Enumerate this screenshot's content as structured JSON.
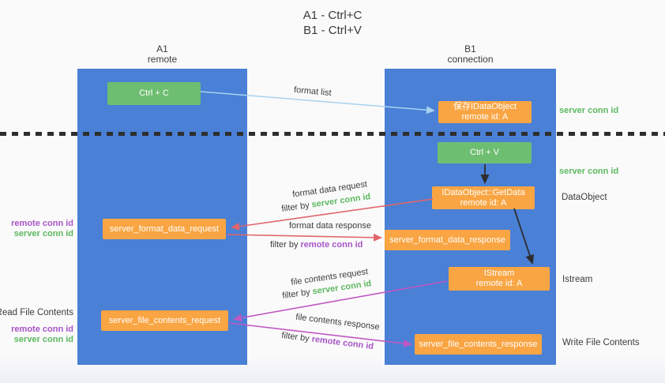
{
  "title": {
    "line1": "A1 - Ctrl+C",
    "line2": "B1 - Ctrl+V"
  },
  "columns": {
    "a": {
      "name": "A1",
      "subtitle": "remote"
    },
    "b": {
      "name": "B1",
      "subtitle": "connection"
    }
  },
  "nodes": {
    "ctrl_c": {
      "label": "Ctrl + C"
    },
    "ctrl_v": {
      "label": "Ctrl + V"
    },
    "save_dataobject": {
      "line1": "保存IDataObject",
      "line2": "remote id: A"
    },
    "getdata": {
      "line1": "IDataObject::GetData",
      "line2": "remote id: A"
    },
    "istream": {
      "line1": "IStream",
      "line2": "remote id: A"
    },
    "server_format_data_request": {
      "label": "server_format_data_request"
    },
    "server_format_data_response": {
      "label": "server_format_data_response"
    },
    "server_file_contents_request": {
      "label": "server_file_contents_request"
    },
    "server_file_contents_response": {
      "label": "server_file_contents_response"
    }
  },
  "edge_labels": {
    "format_list": "format list",
    "format_data_request": "format data request",
    "format_data_response": "format data response",
    "file_contents_request": "file contents request",
    "file_contents_response": "file contents response",
    "filter_by": "filter by",
    "server_conn_id": "server conn id",
    "remote_conn_id": "remote conn id"
  },
  "side_labels": {
    "server_conn_id": "server conn id",
    "remote_conn_id": "remote conn id",
    "dataobject": "DataObject",
    "istream": "Istream",
    "read_file_contents": "Read File Contents",
    "write_file_contents": "Write File Contents"
  },
  "colors": {
    "lifeline_blue": "#4a80d6",
    "node_green": "#6ebe71",
    "node_orange": "#f9a543",
    "arrow_red": "#e0666b",
    "arrow_magenta": "#bf58c2",
    "arrow_lightblue": "#a9d3f0",
    "arrow_black": "#2d2d2d",
    "label_green": "#5cb860",
    "label_purple": "#a855c8",
    "dash_line": "#2e2e2e"
  }
}
